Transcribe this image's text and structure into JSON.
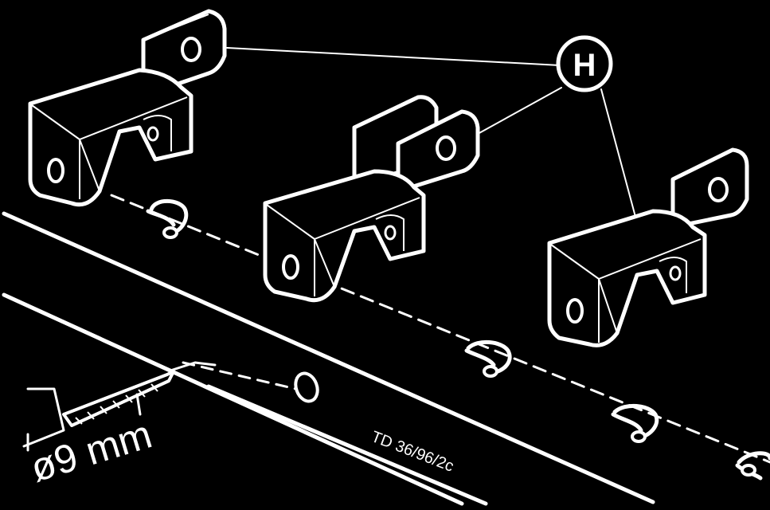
{
  "callout": {
    "letter": "H"
  },
  "dimension": {
    "drill_label": "ø9 mm"
  },
  "reference": {
    "code": "TD 36/96/2c"
  },
  "colors": {
    "background": "#000000",
    "line": "#ffffff"
  }
}
